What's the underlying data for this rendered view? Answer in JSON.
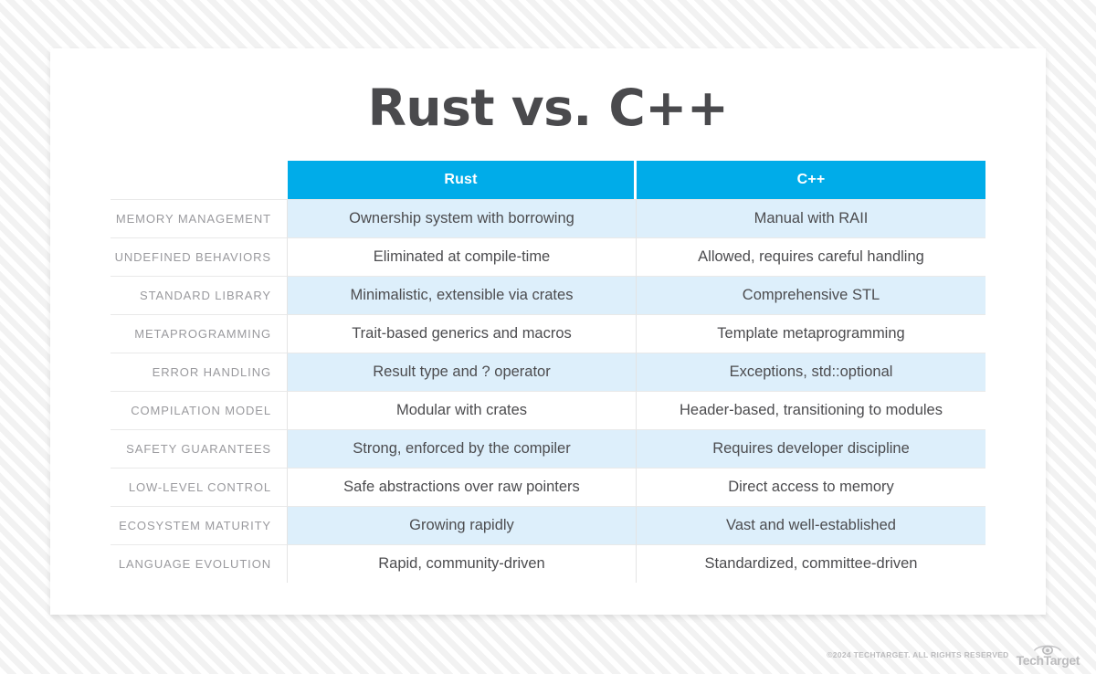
{
  "page": {
    "title": "Rust vs. C++",
    "background_pattern": "diagonal-stripes",
    "card_background": "#ffffff"
  },
  "theme": {
    "header_blue": "#00ace9",
    "zebra_blue": "#ddeffb",
    "title_gray": "#4a4a4d",
    "label_gray": "#9a9a9e",
    "body_gray": "#4c4c4f",
    "footer_gray": "#bcbcbe"
  },
  "table": {
    "columns": [
      {
        "key": "label",
        "label": ""
      },
      {
        "key": "rust",
        "label": "Rust"
      },
      {
        "key": "cpp",
        "label": "C++"
      }
    ],
    "rows": [
      {
        "label": "MEMORY MANAGEMENT",
        "rust": "Ownership system with borrowing",
        "cpp": "Manual with RAII"
      },
      {
        "label": "UNDEFINED BEHAVIORS",
        "rust": "Eliminated at compile-time",
        "cpp": "Allowed, requires careful handling"
      },
      {
        "label": "STANDARD LIBRARY",
        "rust": "Minimalistic, extensible via crates",
        "cpp": "Comprehensive STL"
      },
      {
        "label": "METAPROGRAMMING",
        "rust": "Trait-based generics and macros",
        "cpp": "Template metaprogramming"
      },
      {
        "label": "ERROR HANDLING",
        "rust": "Result type and ? operator",
        "cpp": "Exceptions, std::optional"
      },
      {
        "label": "COMPILATION MODEL",
        "rust": "Modular with crates",
        "cpp": "Header-based, transitioning to modules"
      },
      {
        "label": "SAFETY GUARANTEES",
        "rust": "Strong, enforced by the compiler",
        "cpp": "Requires developer discipline"
      },
      {
        "label": "LOW-LEVEL CONTROL",
        "rust": "Safe abstractions over raw pointers",
        "cpp": "Direct access to memory"
      },
      {
        "label": "ECOSYSTEM MATURITY",
        "rust": "Growing rapidly",
        "cpp": "Vast and well-established"
      },
      {
        "label": "LANGUAGE EVOLUTION",
        "rust": "Rapid, community-driven",
        "cpp": "Standardized, committee-driven"
      }
    ]
  },
  "footer": {
    "copyright": "©2024 TECHTARGET. ALL RIGHTS RESERVED",
    "logo_wordmark": "TechTarget",
    "logo_icon": "eye-icon"
  }
}
